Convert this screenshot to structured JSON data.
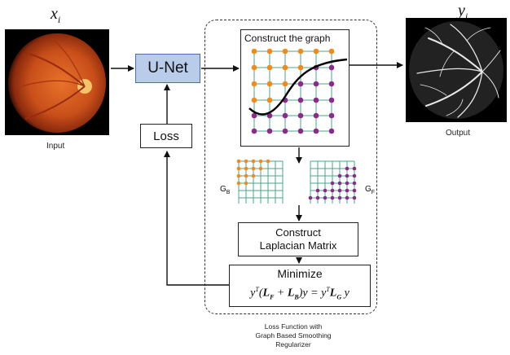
{
  "input": {
    "math_label": "x",
    "math_sub": "i",
    "caption": "Input"
  },
  "output": {
    "math_label": "y",
    "math_sub": "i",
    "caption": "Output"
  },
  "unet": {
    "label": "U-Net"
  },
  "loss": {
    "label": "Loss"
  },
  "graph_panel": {
    "title": "Construct the graph"
  },
  "subgraphs": {
    "left_label": "G",
    "left_sub": "B",
    "right_label": "G",
    "right_sub": "F"
  },
  "laplacian": {
    "line1": "Construct",
    "line2": "Laplacian Matrix"
  },
  "minimize": {
    "title": "Minimize",
    "equation": "yᵀ(L_F + L_B)y = yᵀL_G y"
  },
  "regularizer_caption": {
    "line1": "Loss Function with",
    "line2": "Graph Based Smoothing",
    "line3": "Regularizer"
  },
  "colors": {
    "orange": "#f08a1c",
    "purple": "#8b2a8e",
    "teal_grid": "#4aa58a",
    "unet_fill": "#b9cdea"
  }
}
